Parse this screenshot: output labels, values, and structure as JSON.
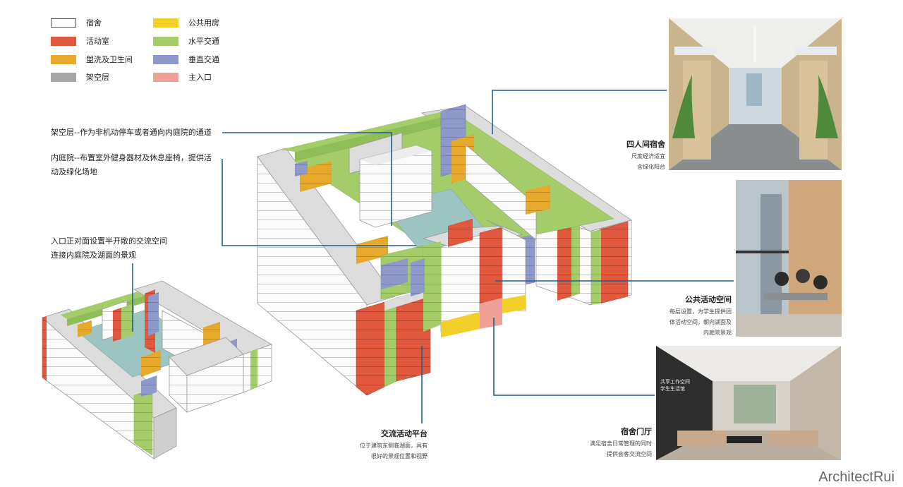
{
  "legend": [
    {
      "label": "宿舍",
      "color": "#ffffff",
      "border": "#555555"
    },
    {
      "label": "活动室",
      "color": "#e0593f"
    },
    {
      "label": "盥洗及卫生间",
      "color": "#e6a92c"
    },
    {
      "label": "架空层",
      "color": "#a6a6a6"
    },
    {
      "label": "公共用房",
      "color": "#f2d02a"
    },
    {
      "label": "水平交通",
      "color": "#a4cd6a"
    },
    {
      "label": "垂直交通",
      "color": "#8f99c9"
    },
    {
      "label": "主入口",
      "color": "#f0a097"
    }
  ],
  "annotations": {
    "pilotis": "架空层--作为非机动停车或者通向内庭院的通道",
    "courtyard_1": "内庭院--布置室外健身器材及休息座椅，提供活",
    "courtyard_2": "动及绿化场地",
    "entrance_1": "入口正对面设置半开敞的交流空间",
    "entrance_2": "连接内庭院及湖面的景观"
  },
  "captions": {
    "dorm_title": "四人间宿舍",
    "dorm_d1": "尺度经济适宜",
    "dorm_d2": "含绿化阳台",
    "public_title": "公共活动空间",
    "public_d1": "每层设置，为学生提供团",
    "public_d2": "体活动空间，朝向湖面及",
    "public_d3": "内庭院景观",
    "platform_title": "交流活动平台",
    "platform_d1": "位于建筑东侧临湖面，具有",
    "platform_d2": "很好的景观位置和视野",
    "lobby_title": "宿舍门厅",
    "lobby_d1": "满足宿舍日常管理的同时",
    "lobby_d2": "提供会客交流空间"
  },
  "photo_sign": "共享工作空间\n学生生活馆",
  "credit": "ArchitectRui",
  "colors": {
    "leader": "#1f5f8f"
  }
}
